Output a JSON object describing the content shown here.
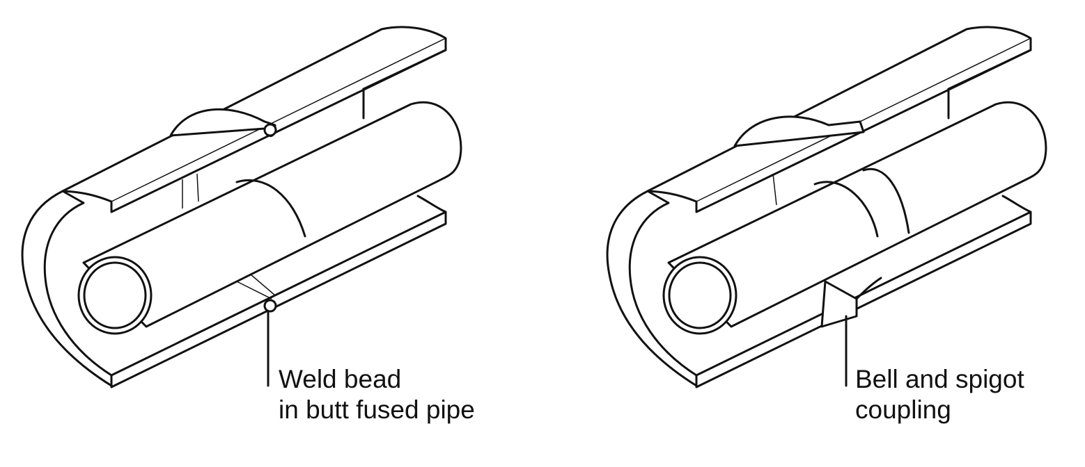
{
  "diagrams": [
    {
      "label_line1": "Weld bead",
      "label_line2": "in butt fused pipe"
    },
    {
      "label_line1": "Bell and spigot",
      "label_line2": "coupling"
    }
  ]
}
